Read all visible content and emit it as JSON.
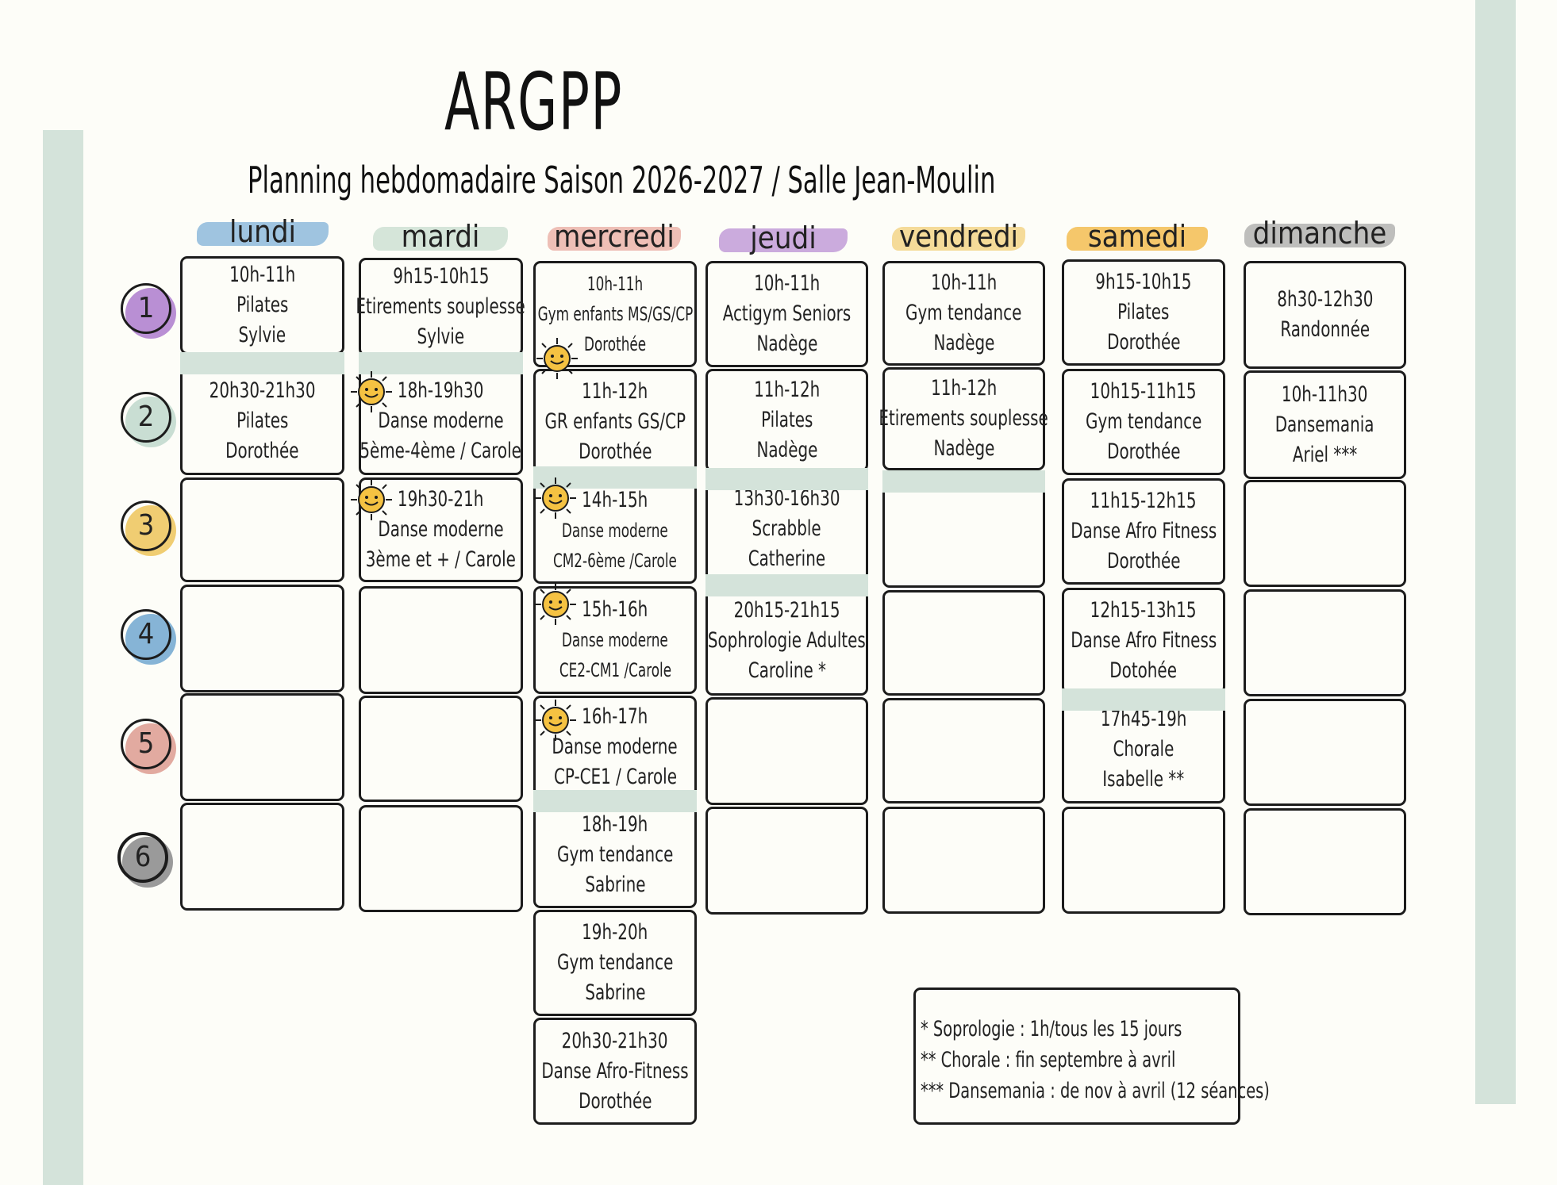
{
  "title": "ARGPP",
  "subtitle": "Planning hebdomadaire Saison 2026-2027 / Salle Jean-Moulin",
  "row_numbers": [
    "1",
    "2",
    "3",
    "4",
    "5",
    "6"
  ],
  "colors": {
    "lundi": "#7fb0d8",
    "mardi": "#c7dccf",
    "mercredi": "#e8aaa0",
    "jeudi": "#b98fd4",
    "vendredi": "#f2cf7a",
    "samedi": "#f2b43c",
    "dimanche": "#a8a8a8",
    "strip": "#d4e3da",
    "row_1": "#b98fd4",
    "row_2": "#c9ded3",
    "row_3": "#f0cd72",
    "row_4": "#86b4d6",
    "row_5": "#e2aaa0",
    "row_6": "#9a9a9a"
  },
  "days": {
    "lundi": "lundi",
    "mardi": "mardi",
    "mercredi": "mercredi",
    "jeudi": "jeudi",
    "vendredi": "vendredi",
    "samedi": "samedi",
    "dimanche": "dimanche"
  },
  "lundi": [
    {
      "time": "10h-11h",
      "activity": "Pilates",
      "teacher": "Sylvie"
    },
    {
      "time": "20h30-21h30",
      "activity": "Pilates",
      "teacher": "Dorothée"
    }
  ],
  "mardi": [
    {
      "time": "9h15-10h15",
      "activity": "Etirements souplesse",
      "teacher": "Sylvie"
    },
    {
      "time": "18h-19h30",
      "activity": "Danse moderne",
      "teacher": "5ème-4ème / Carole"
    },
    {
      "time": "19h30-21h",
      "activity": "Danse moderne",
      "teacher": "3ème et + / Carole"
    }
  ],
  "mercredi": [
    {
      "time": "10h-11h",
      "activity": "Gym enfants MS/GS/CP",
      "teacher": "Dorothée"
    },
    {
      "time": "11h-12h",
      "activity": "GR enfants GS/CP",
      "teacher": "Dorothée"
    },
    {
      "time": "14h-15h",
      "activity": "Danse moderne",
      "teacher": "CM2-6ème /Carole"
    },
    {
      "time": "15h-16h",
      "activity": "Danse moderne",
      "teacher": "CE2-CM1 /Carole"
    },
    {
      "time": "16h-17h",
      "activity": "Danse moderne",
      "teacher": "CP-CE1 / Carole"
    },
    {
      "time": "18h-19h",
      "activity": "Gym tendance",
      "teacher": "Sabrine"
    },
    {
      "time": "19h-20h",
      "activity": "Gym tendance",
      "teacher": "Sabrine"
    },
    {
      "time": "20h30-21h30",
      "activity": "Danse Afro-Fitness",
      "teacher": "Dorothée"
    }
  ],
  "jeudi": [
    {
      "time": "10h-11h",
      "activity": "Actigym Seniors",
      "teacher": "Nadège"
    },
    {
      "time": "11h-12h",
      "activity": "Pilates",
      "teacher": "Nadège"
    },
    {
      "time": "13h30-16h30",
      "activity": "Scrabble",
      "teacher": "Catherine"
    },
    {
      "time": "20h15-21h15",
      "activity": "Sophrologie Adultes",
      "teacher": "Caroline *"
    }
  ],
  "vendredi": [
    {
      "time": "10h-11h",
      "activity": "Gym tendance",
      "teacher": "Nadège"
    },
    {
      "time": "11h-12h",
      "activity": "Etirements souplesse",
      "teacher": "Nadège"
    }
  ],
  "samedi": [
    {
      "time": "9h15-10h15",
      "activity": "Pilates",
      "teacher": "Dorothée"
    },
    {
      "time": "10h15-11h15",
      "activity": "Gym tendance",
      "teacher": "Dorothée"
    },
    {
      "time": "11h15-12h15",
      "activity": "Danse Afro Fitness",
      "teacher": "Dorothée"
    },
    {
      "time": "12h15-13h15",
      "activity": "Danse Afro Fitness",
      "teacher": "Dotohée"
    },
    {
      "time": "17h45-19h",
      "activity": "Chorale",
      "teacher": "Isabelle **"
    }
  ],
  "dimanche": [
    {
      "time": "8h30-12h30",
      "activity": "Randonnée"
    },
    {
      "time": "10h-11h30",
      "activity": "Dansemania",
      "teacher": "Ariel ***"
    }
  ],
  "notes": [
    "* Soprologie : 1h/tous les 15 jours",
    "** Chorale : fin septembre à avril",
    "*** Dansemania : de nov à avril (12 séances)"
  ]
}
